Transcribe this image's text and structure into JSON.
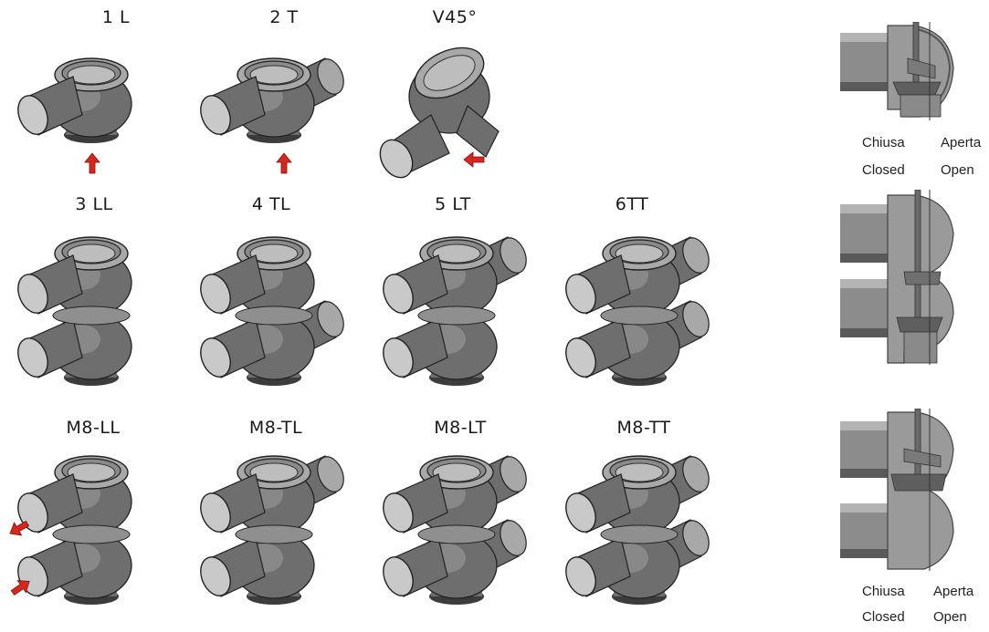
{
  "valves": [
    {
      "id": "1l",
      "label": "1 L"
    },
    {
      "id": "2t",
      "label": "2 T"
    },
    {
      "id": "v45",
      "label": "V45°"
    },
    {
      "id": "3ll",
      "label": "3 LL"
    },
    {
      "id": "4tl",
      "label": "4 TL"
    },
    {
      "id": "5lt",
      "label": "5 LT"
    },
    {
      "id": "6tt",
      "label": "6TT"
    },
    {
      "id": "m8ll",
      "label": "M8-LL"
    },
    {
      "id": "m8tl",
      "label": "M8-TL"
    },
    {
      "id": "m8lt",
      "label": "M8-LT"
    },
    {
      "id": "m8tt",
      "label": "M8-TT"
    }
  ],
  "sections": {
    "top": {
      "closed_it": "Chiusa",
      "open_it": "Aperta",
      "closed_en": "Closed",
      "open_en": "Open"
    },
    "bottom": {
      "closed_it": "Chiusa",
      "open_it": "Aperta",
      "closed_en": "Closed",
      "open_en": "Open"
    }
  },
  "colors": {
    "metal": "#6e6e6e",
    "metal_light": "#a8a8a8",
    "metal_dark": "#3c3c3c",
    "arrow": "#d9261c"
  }
}
